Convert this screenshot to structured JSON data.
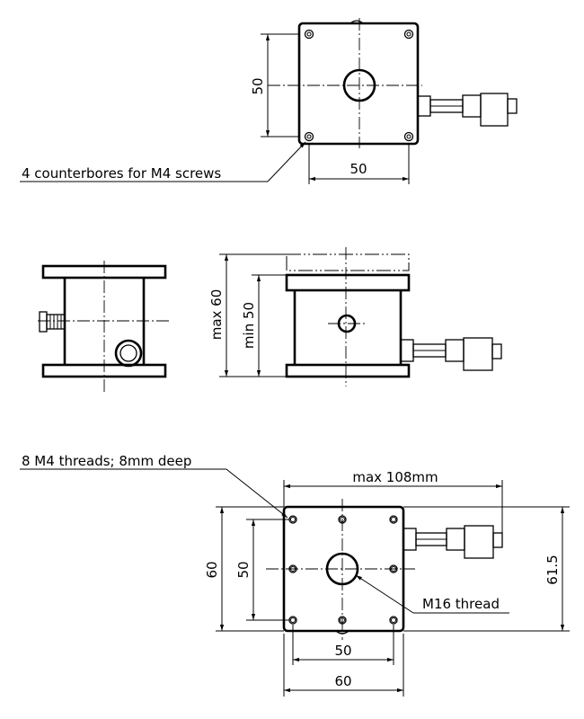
{
  "top_view": {
    "dim_side": "50",
    "dim_bottom": "50",
    "note": "4 counterbores for M4 screws"
  },
  "side_view": {
    "dim_max": "max 60",
    "dim_min": "min 50"
  },
  "bottom_view": {
    "note_threads": "8 M4 threads; 8mm deep",
    "dim_max_length": "max 108mm",
    "dim_left_outer": "60",
    "dim_left_inner": "50",
    "dim_right": "61.5",
    "note_center": "M16 thread",
    "dim_bottom_inner": "50",
    "dim_bottom_outer": "60"
  },
  "colors": {
    "line": "#000000",
    "background": "#ffffff"
  }
}
